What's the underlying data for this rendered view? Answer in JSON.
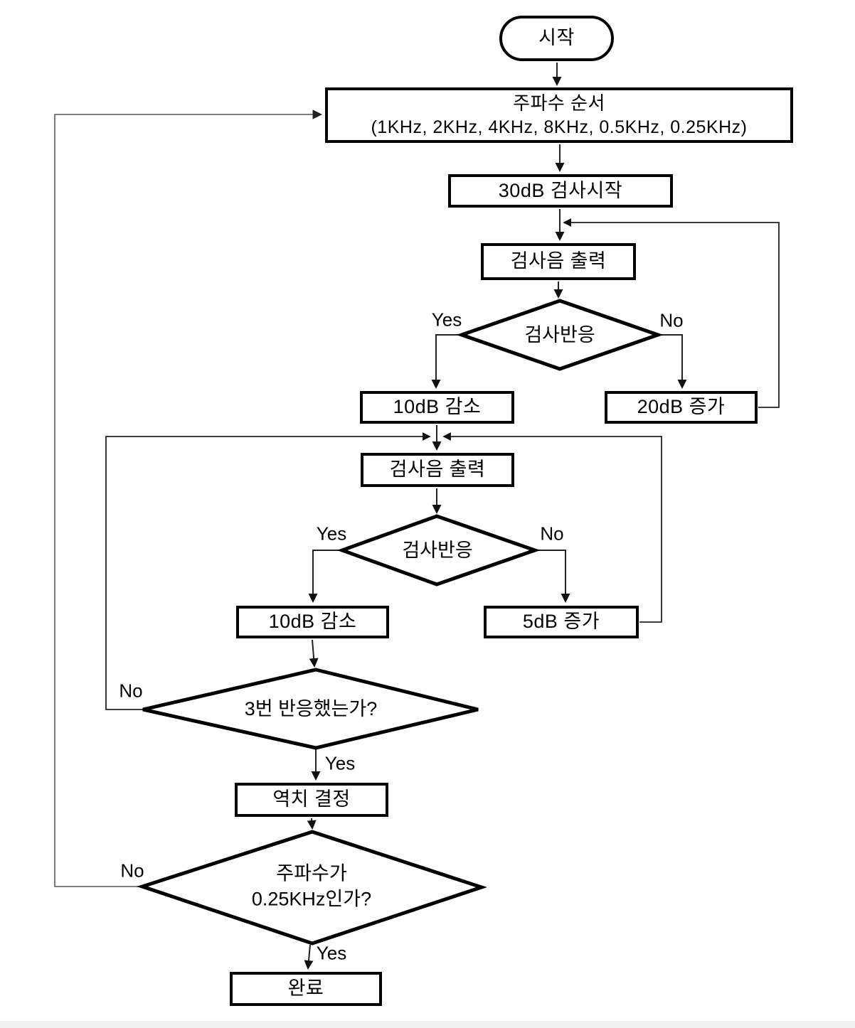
{
  "branch_labels": {
    "yes": "Yes",
    "no": "No"
  },
  "nodes": {
    "start": "시작",
    "frequency_order": {
      "line1": "주파수 순서",
      "line2": "(1KHz, 2KHz, 4KHz, 8KHz, 0.5KHz, 0.25KHz)"
    },
    "test_start_30db": "30dB 검사시작",
    "tone_output_1": "검사음 출력",
    "response_check_1": "검사반응",
    "decrease_10db_1": "10dB 감소",
    "increase_20db": "20dB 증가",
    "tone_output_2": "검사음 출력",
    "response_check_2": "검사반응",
    "decrease_10db_2": "10dB 감소",
    "increase_5db": "5dB 증가",
    "three_response_check": "3번 반응했는가?",
    "threshold_decision": "역치 결정",
    "frequency_check": {
      "line1": "주파수가",
      "line2": "0.25KHz인가?"
    },
    "complete": "완료"
  }
}
